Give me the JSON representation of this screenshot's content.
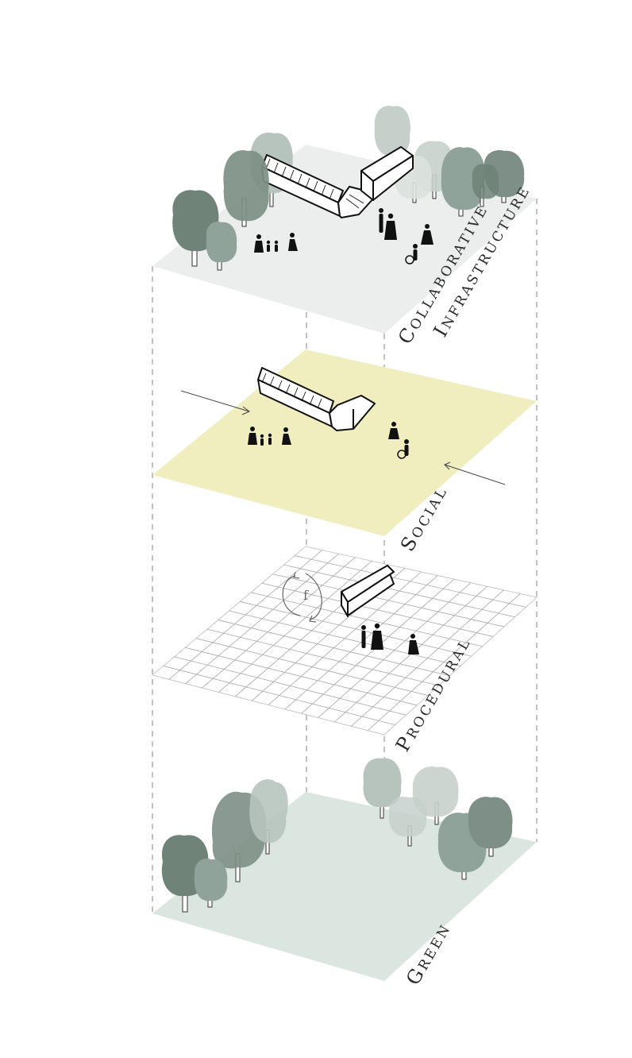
{
  "diagram": {
    "layers": [
      {
        "id": "collaborative",
        "label_lines": [
          "Collaborative",
          "Infrastructure"
        ],
        "fill": "#eceded"
      },
      {
        "id": "social",
        "label_lines": [
          "Social"
        ],
        "fill": "#f0edbf"
      },
      {
        "id": "procedural",
        "label_lines": [
          "Procedural"
        ],
        "fill": "#ffffff",
        "grid": true,
        "symbol": "f"
      },
      {
        "id": "green",
        "label_lines": [
          "Green"
        ],
        "fill": "#dce6e1"
      }
    ],
    "colors": {
      "tree_dark": "#6f8378",
      "tree_mid": "#8fa39a",
      "tree_light": "#b7c4be",
      "outline": "#111111",
      "dashed": "#9a9a9a",
      "grid": "#9a9a9a"
    }
  }
}
